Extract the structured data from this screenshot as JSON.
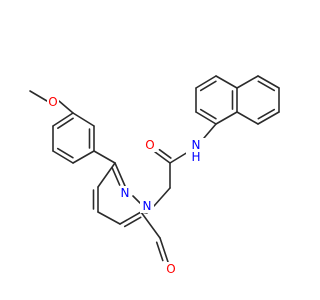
{
  "colors": {
    "bond": "#2b2b2b",
    "carbon_label": "#2b2b2b",
    "oxygen": "#ff0000",
    "nitrogen": "#0000ff"
  },
  "atoms": [
    {
      "id": "O_methoxy",
      "label": "O",
      "color_key": "oxygen"
    },
    {
      "id": "O_amide",
      "label": "O",
      "color_key": "oxygen"
    },
    {
      "id": "N_amide",
      "label": "N",
      "color_key": "nitrogen"
    },
    {
      "id": "H_amide",
      "label": "H",
      "color_key": "nitrogen"
    },
    {
      "id": "N_ring_a",
      "label": "N",
      "color_key": "nitrogen"
    },
    {
      "id": "N_ring_b",
      "label": "N",
      "color_key": "nitrogen"
    },
    {
      "id": "O_ring",
      "label": "O",
      "color_key": "oxygen"
    }
  ]
}
